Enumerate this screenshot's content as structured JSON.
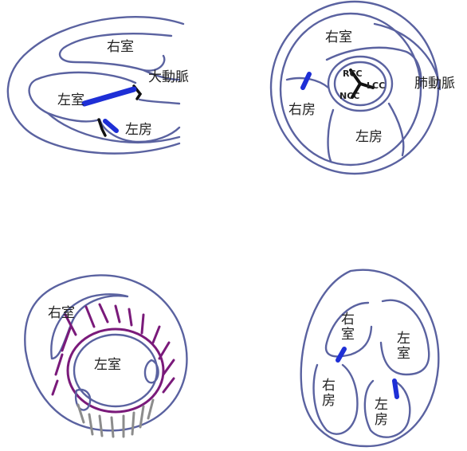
{
  "colors": {
    "outline": "#5a62a0",
    "doppler_blue": "#1e2fd6",
    "leaflet": "#111111",
    "purple": "#7a1a7a",
    "gray": "#8c8c8c"
  },
  "panel_long_axis": {
    "rv": "右室",
    "aorta": "大動脈",
    "lv": "左室",
    "la": "左房"
  },
  "panel_short_axis_aortic": {
    "rv": "右室",
    "ra": "右房",
    "la": "左房",
    "pa": "肺動脈",
    "rcc": "RCC",
    "lcc": "LCC",
    "ncc": "NCC"
  },
  "panel_short_axis_lv": {
    "rv": "右室",
    "lv": "左室"
  },
  "panel_four_chamber": {
    "rv_top": "右",
    "rv_bottom": "室",
    "ra_top": "右",
    "ra_bottom": "房",
    "lv_top": "左",
    "lv_bottom": "室",
    "la_top": "左",
    "la_bottom": "房"
  }
}
